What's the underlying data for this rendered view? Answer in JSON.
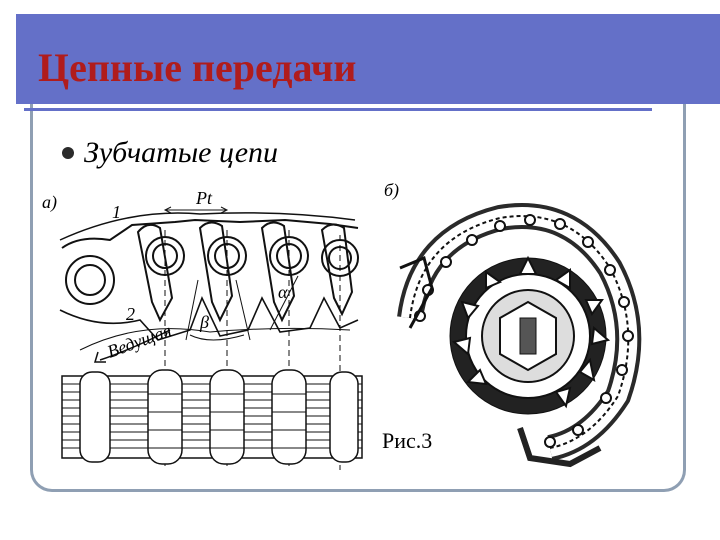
{
  "slide": {
    "title": "Цепные передачи",
    "bullet": "Зубчатые цепи",
    "caption": "Рис.3"
  },
  "figure_a": {
    "panel_label": "а)",
    "labels": {
      "pitch": "Pt",
      "angle": "β",
      "alpha": "α",
      "one": "1",
      "two": "2",
      "driving": "Ведущая"
    }
  },
  "figure_b": {
    "panel_label": "б)"
  },
  "colors": {
    "title_bar": "#6470c8",
    "title_text": "#b01c1c",
    "frame": "#8f9fb3"
  }
}
